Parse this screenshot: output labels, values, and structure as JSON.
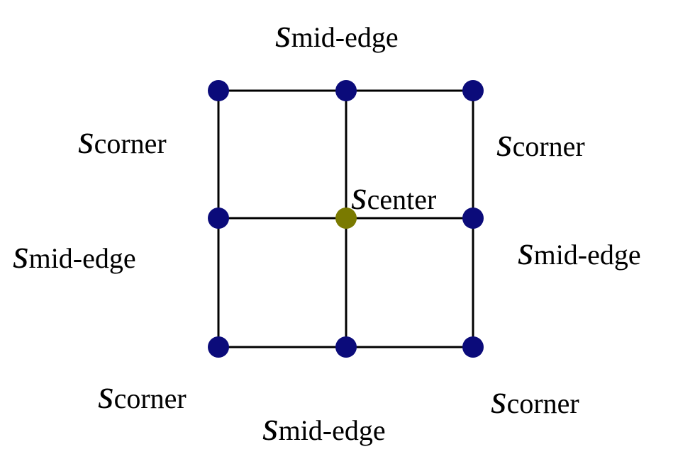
{
  "diagram": {
    "colors": {
      "line": "#000000",
      "outer_node": "#0b0b7a",
      "center_node": "#7a7a00",
      "background": "#ffffff"
    },
    "nodes": {
      "outer": [
        "top-left",
        "top-mid",
        "top-right",
        "mid-left",
        "mid-right",
        "bottom-left",
        "bottom-mid",
        "bottom-right"
      ],
      "center": "center"
    },
    "labels": {
      "symbol": "s",
      "top": "mid-edge",
      "top_left": "corner",
      "top_right": "corner",
      "center": "center",
      "left": "mid-edge",
      "right": "mid-edge",
      "bottom_left": "corner",
      "bottom_right": "corner",
      "bottom": "mid-edge"
    }
  }
}
